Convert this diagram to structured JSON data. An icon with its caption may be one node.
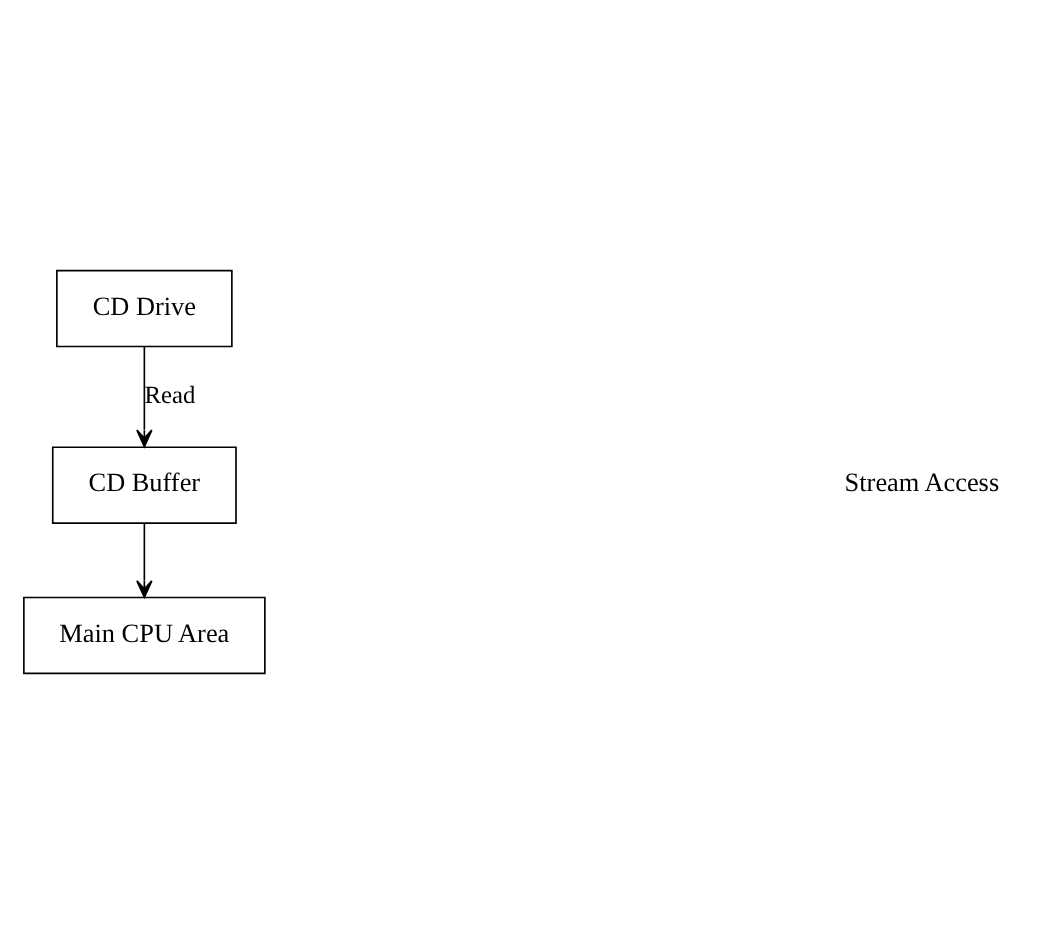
{
  "diagram": {
    "nodes": [
      {
        "text": [
          "CD Drive"
        ]
      },
      {
        "text": [
          "CD Buffer"
        ]
      },
      {
        "text": [
          "Main CPU Area"
        ]
      }
    ],
    "edges": [
      {
        "from": 0,
        "to": 1,
        "arrow": "to",
        "label": "Read"
      },
      {
        "from": 1,
        "to": 2,
        "arrow": "to"
      }
    ],
    "labels": [
      "Stream Access"
    ]
  }
}
